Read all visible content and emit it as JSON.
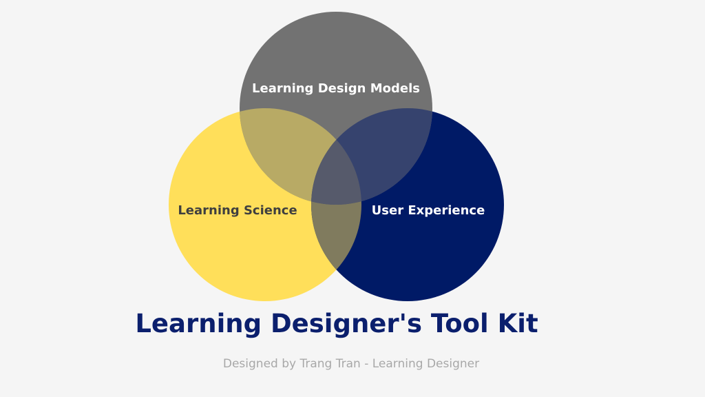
{
  "diagram": {
    "circles": [
      {
        "label": "Learning Design Models",
        "color": "#727272"
      },
      {
        "label": "Learning Science",
        "color": "#ffdf5a"
      },
      {
        "label": "User Experience",
        "color": "#001a66"
      }
    ],
    "overlap_colors": {
      "design_science": "#b8aa65",
      "design_experience": "#36436e",
      "science_experience": "#807b5e",
      "all": "#565a6b"
    }
  },
  "title": "Learning Designer's Tool Kit",
  "subtitle": "Designed by Trang Tran - Learning Designer"
}
